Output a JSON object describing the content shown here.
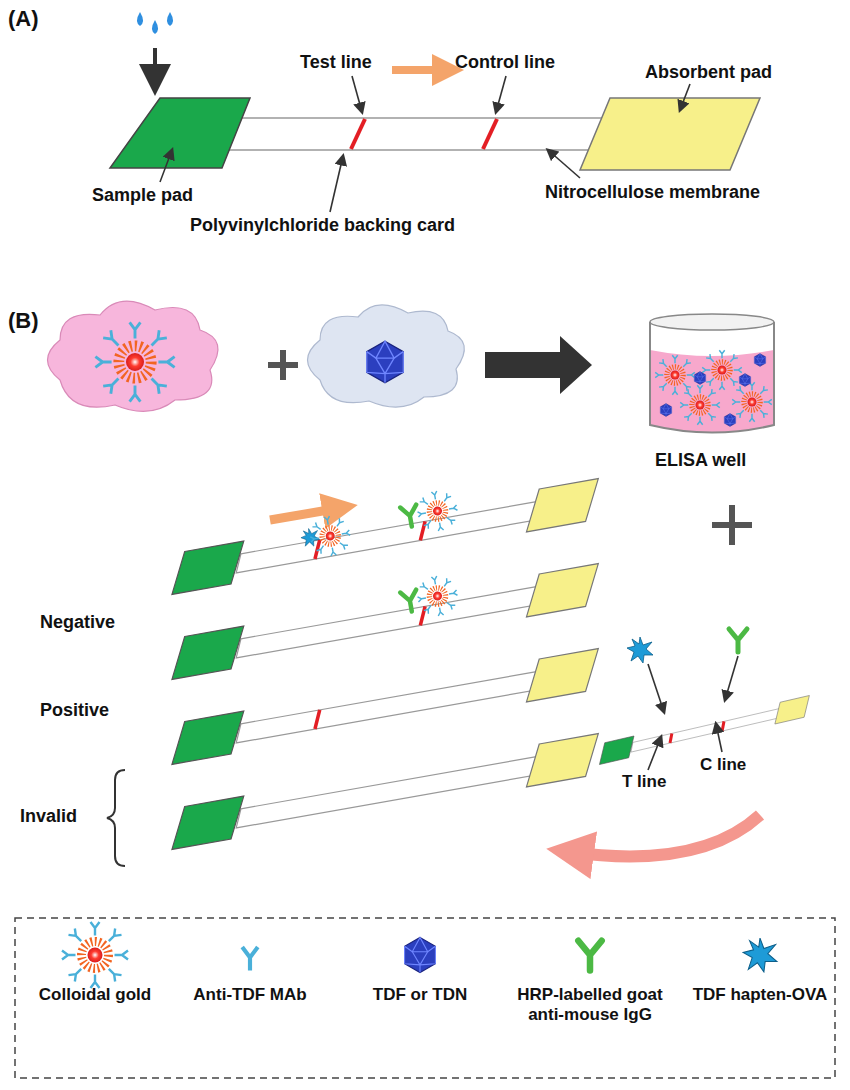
{
  "diagram": {
    "labels": [
      "(A)",
      "Test line",
      "Control line",
      "Absorbent pad",
      "Sample pad",
      "Polyvinylchloride backing card",
      "Nitrocellulose membrane",
      "(B)",
      "ELISA well",
      "Negative",
      "Positive",
      "Invalid",
      "T line",
      "C line"
    ],
    "legend": [
      {
        "text": "Colloidal gold"
      },
      {
        "text": "Anti-TDF MAb"
      },
      {
        "text": "TDF or TDN"
      },
      {
        "text": "HRP-labelled goat anti-mouse IgG"
      },
      {
        "text": "TDF hapten-OVA"
      }
    ]
  }
}
